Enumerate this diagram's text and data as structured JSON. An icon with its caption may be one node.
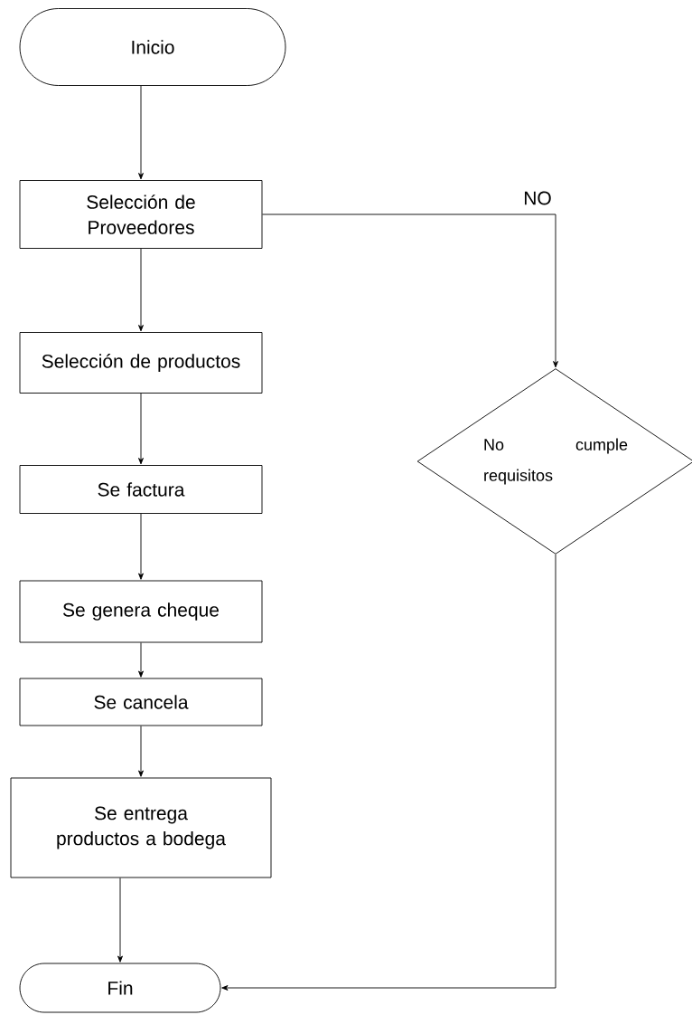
{
  "diagram": {
    "nodes": [
      {
        "text": [
          "Inicio"
        ]
      },
      {
        "text": [
          "Selección de Proveedores"
        ]
      },
      {
        "text": [
          "Selección de productos"
        ]
      },
      {
        "text": [
          "Se factura"
        ]
      },
      {
        "text": [
          "Se genera cheque"
        ]
      },
      {
        "text": [
          "Se cancela"
        ]
      },
      {
        "text": [
          "Se entrega productos a bodega"
        ]
      },
      {
        "text": [
          "Fin"
        ]
      },
      {
        "text": [
          "No cumple requisitos"
        ]
      }
    ],
    "edges": [
      {
        "from": 0,
        "to": 1,
        "arrow": "to"
      },
      {
        "from": 1,
        "to": 2,
        "arrow": "to"
      },
      {
        "from": 2,
        "to": 3,
        "arrow": "to"
      },
      {
        "from": 3,
        "to": 4,
        "arrow": "to"
      },
      {
        "from": 4,
        "to": 5,
        "arrow": "to"
      },
      {
        "from": 5,
        "to": 6,
        "arrow": "to"
      },
      {
        "from": 6,
        "to": 7,
        "arrow": "to"
      },
      {
        "from": 1,
        "to": 8,
        "arrow": "to",
        "label": "NO"
      },
      {
        "from": 8,
        "to": 7,
        "arrow": "to"
      }
    ]
  }
}
